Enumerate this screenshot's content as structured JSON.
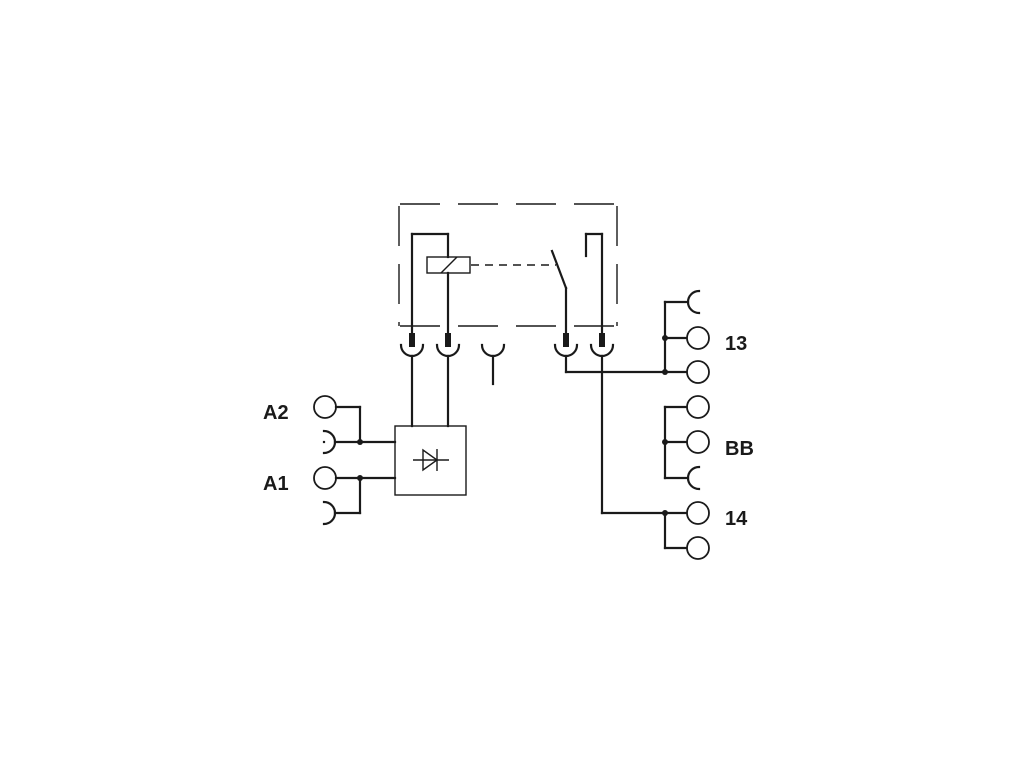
{
  "labels": {
    "a2": "A2",
    "a1": "A1",
    "t13": "13",
    "tbb": "BB",
    "t14": "14"
  }
}
